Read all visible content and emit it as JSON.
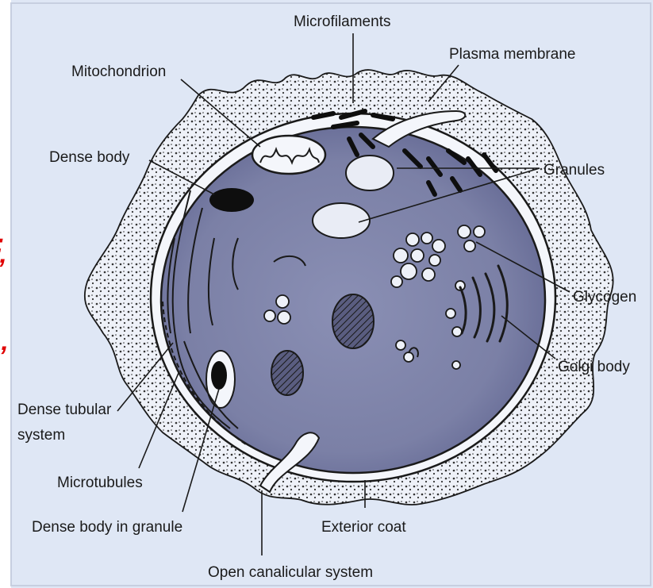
{
  "diagram": {
    "labels": {
      "microfilaments": "Microfilaments",
      "plasma_membrane": "Plasma membrane",
      "mitochondrion": "Mitochondrion",
      "dense_body": "Dense body",
      "granules": "Granules",
      "glycogen": "Glycogen",
      "golgi_body": "Golgi body",
      "dense_tubular_line1": "Dense tubular",
      "dense_tubular_line2": "system",
      "microtubules": "Microtubules",
      "dense_body_in_granule": "Dense body in granule",
      "exterior_coat": "Exterior coat",
      "open_canalicular": "Open canalicular system"
    },
    "colors": {
      "background": "#dfe7f5",
      "cytoplasm": "#7f84a8",
      "membrane": "#f4f6fb",
      "ink": "#1a1a1a",
      "cut_off_text": "#e00000"
    }
  }
}
